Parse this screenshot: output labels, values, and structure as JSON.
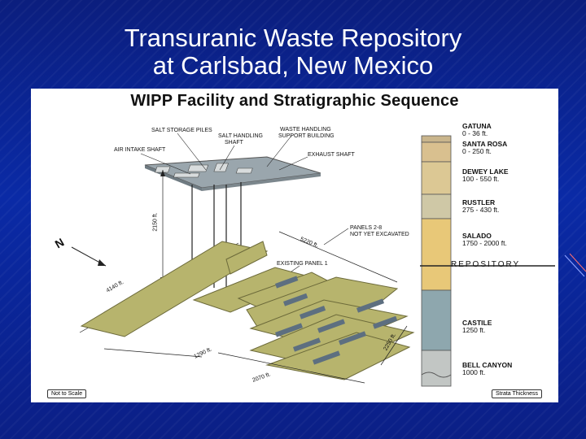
{
  "slide": {
    "title_line1": "Transuranic Waste Repository",
    "title_line2": "at Carlsbad, New Mexico"
  },
  "diagram": {
    "title": "WIPP Facility and Stratigraphic Sequence",
    "labels": {
      "salt_storage_piles": "SALT STORAGE PILES",
      "salt_handling_shaft_1": "SALT HANDLING",
      "salt_handling_shaft_2": "SHAFT",
      "waste_handling_1": "WASTE HANDLING",
      "waste_handling_2": "SUPPORT BUILDING",
      "air_intake_shaft": "AIR INTAKE SHAFT",
      "exhaust_shaft": "EXHAUST SHAFT",
      "panels_1": "PANELS 2-8",
      "panels_2": "NOT YET EXCAVATED",
      "existing_panel": "EXISTING PANEL 1",
      "north": "N",
      "dim_2150": "2150 ft.",
      "dim_5220": "5220 ft.",
      "dim_4140": "4140 ft.",
      "dim_1290": "1290 ft.",
      "dim_2070": "2070 ft.",
      "dim_2250": "2250 ft.",
      "not_to_scale": "Not to Scale",
      "strata_thickness": "Strata Thickness",
      "repository": "REPOSITORY"
    },
    "strata": [
      {
        "name": "GATUNA",
        "thickness": "0 - 36 ft."
      },
      {
        "name": "SANTA ROSA",
        "thickness": "0 - 250 ft."
      },
      {
        "name": "DEWEY LAKE",
        "thickness": "100 - 550 ft."
      },
      {
        "name": "RUSTLER",
        "thickness": "275 - 430 ft."
      },
      {
        "name": "SALADO",
        "thickness": "1750 - 2000 ft."
      },
      {
        "name": "CASTILE",
        "thickness": "1250 ft."
      },
      {
        "name": "BELL CANYON",
        "thickness": "1000 ft."
      }
    ],
    "colors": {
      "slide_bg": "#0b2299",
      "tunnel": "#b7b46d",
      "panel_rooms": "#5d6f80",
      "salado": "#e8c878",
      "castile": "#8ea7ae"
    }
  }
}
